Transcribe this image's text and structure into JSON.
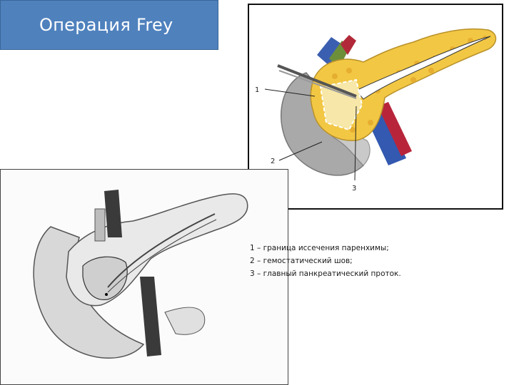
{
  "slide": {
    "title": "Операция Frey"
  },
  "top_figure": {
    "labels": [
      "1",
      "2",
      "3"
    ]
  },
  "legend": {
    "items": [
      "1 – граница иссечения паренхимы;",
      "2 – гемостатический шов;",
      "3 – главный панкреатический проток."
    ]
  }
}
